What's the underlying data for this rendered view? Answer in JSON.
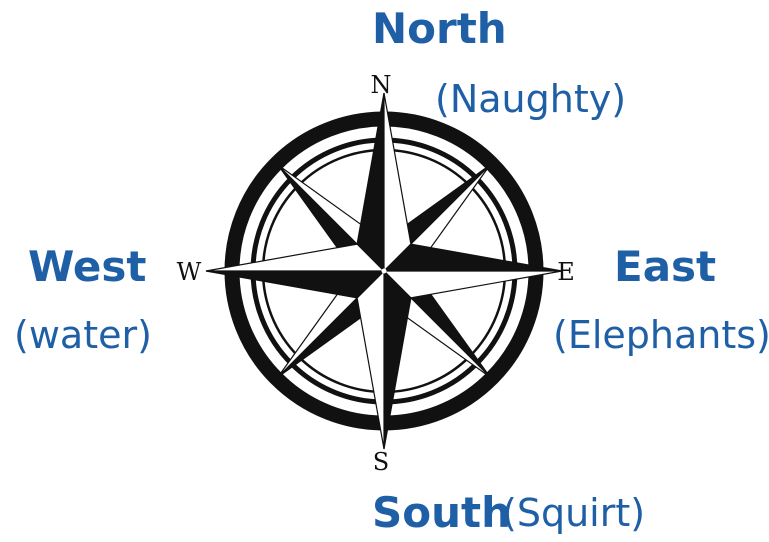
{
  "compass": {
    "letters": {
      "n": "N",
      "e": "E",
      "s": "S",
      "w": "W"
    }
  },
  "directions": {
    "north": {
      "word": "North",
      "mnemonic": "(Naughty)"
    },
    "east": {
      "word": "East",
      "mnemonic": "(Elephants)"
    },
    "south": {
      "word": "South",
      "mnemonic": "(Squirt)"
    },
    "west": {
      "word": "West",
      "mnemonic": "(water)"
    }
  },
  "colors": {
    "label_blue": "#1f5fa6",
    "compass_black": "#111111",
    "background": "#ffffff"
  }
}
